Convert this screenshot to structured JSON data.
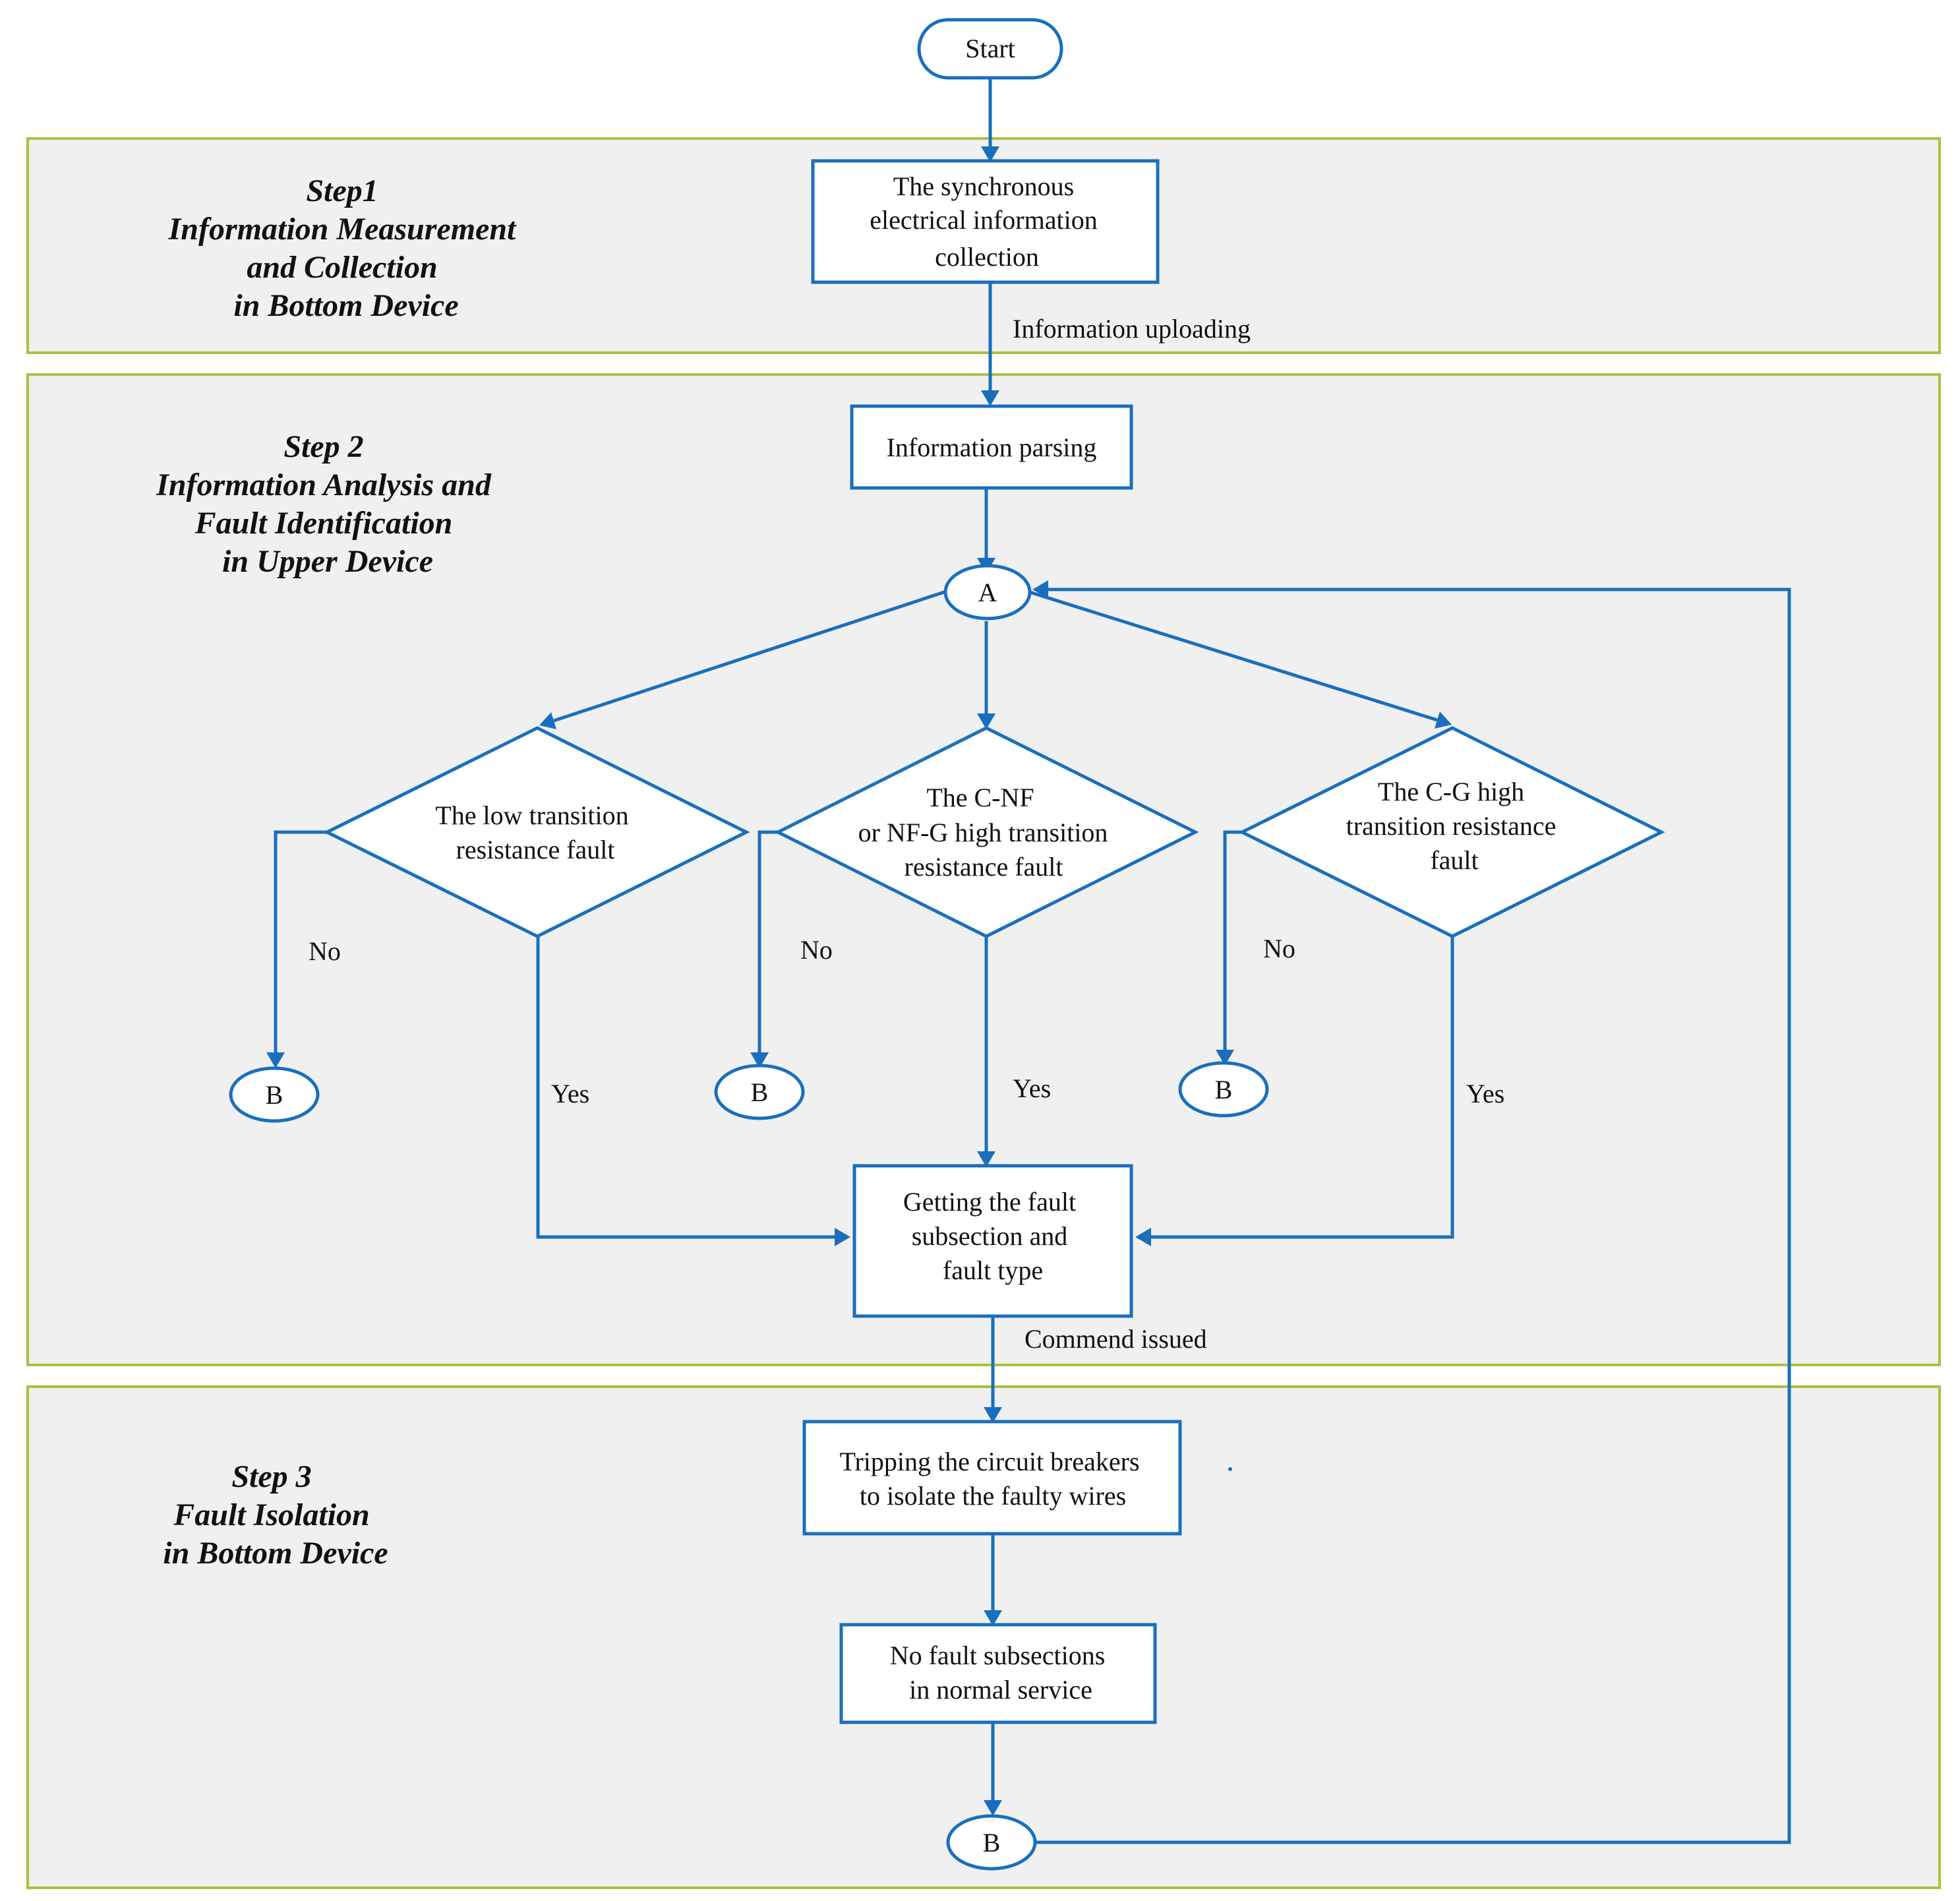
{
  "steps": {
    "step1": [
      "Step1",
      "Information Measurement",
      "and Collection",
      "in Bottom Device"
    ],
    "step2": [
      "Step 2",
      "Information Analysis and",
      "Fault Identification",
      "in Upper Device"
    ],
    "step3": [
      "Step 3",
      "Fault Isolation",
      "in Bottom Device"
    ]
  },
  "nodes": {
    "start": "Start",
    "collection": [
      "The synchronous",
      "electrical information",
      "collection"
    ],
    "parsing": "Information parsing",
    "connector_a": "A",
    "decision_low": [
      "The low transition",
      "resistance  fault"
    ],
    "decision_cnf": [
      "The C-NF",
      "or NF-G high transition",
      "resistance fault"
    ],
    "decision_cg": [
      "The C-G  high",
      "transition resistance",
      "fault"
    ],
    "connector_b": "B",
    "getting_fault": [
      "Getting the fault",
      "subsection and",
      "fault type"
    ],
    "tripping": [
      "Tripping the circuit breakers",
      "to isolate the faulty wires"
    ],
    "no_fault": [
      "No fault subsections",
      "in  normal service"
    ]
  },
  "edge_labels": {
    "uploading": "Information uploading",
    "commend": "Commend issued",
    "no": "No",
    "yes": "Yes"
  },
  "colors": {
    "flow_blue": "#1a6fbd",
    "panel_border": "#a8c23c",
    "panel_fill": "#f0f0f0"
  }
}
